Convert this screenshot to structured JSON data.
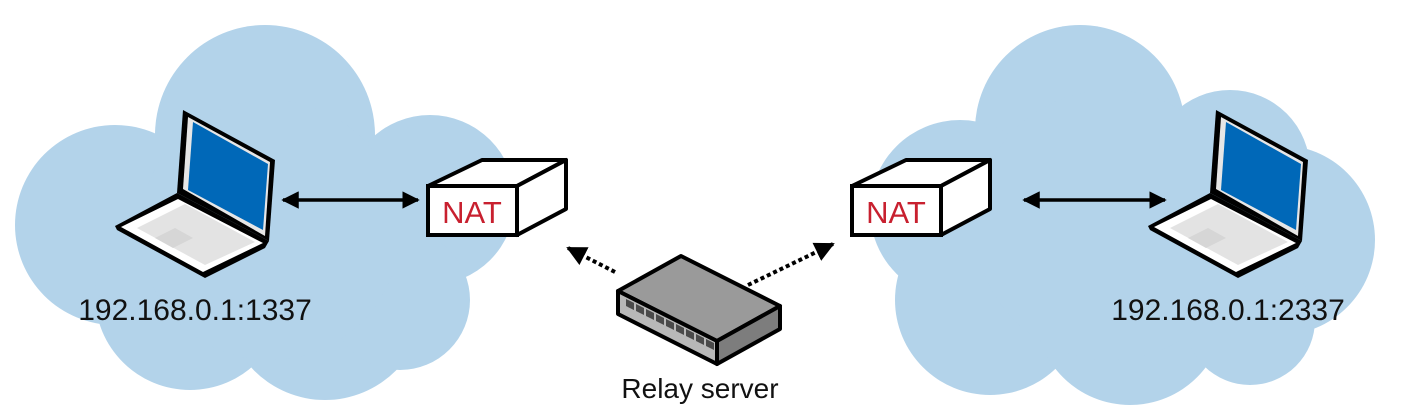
{
  "diagram": {
    "title": "NAT traversal via relay server",
    "colors": {
      "cloud": "#b3d3ea",
      "screen": "#0068b8",
      "nat_text": "#c8202f",
      "relay_top": "#9a9a9a",
      "relay_front": "#b8b8b8",
      "relay_side": "#7d7d7d"
    },
    "left_network": {
      "host_label": "192.168.0.1:1337",
      "nat_label": "NAT"
    },
    "right_network": {
      "host_label": "192.168.0.1:2337",
      "nat_label": "NAT"
    },
    "relay": {
      "label": "Relay server"
    },
    "connections": [
      {
        "from": "left-laptop",
        "to": "left-nat",
        "style": "solid",
        "direction": "both"
      },
      {
        "from": "right-nat",
        "to": "right-laptop",
        "style": "solid",
        "direction": "both"
      },
      {
        "from": "relay-server",
        "to": "left-nat",
        "style": "dotted",
        "direction": "to"
      },
      {
        "from": "relay-server",
        "to": "right-nat",
        "style": "dotted",
        "direction": "to"
      }
    ]
  }
}
